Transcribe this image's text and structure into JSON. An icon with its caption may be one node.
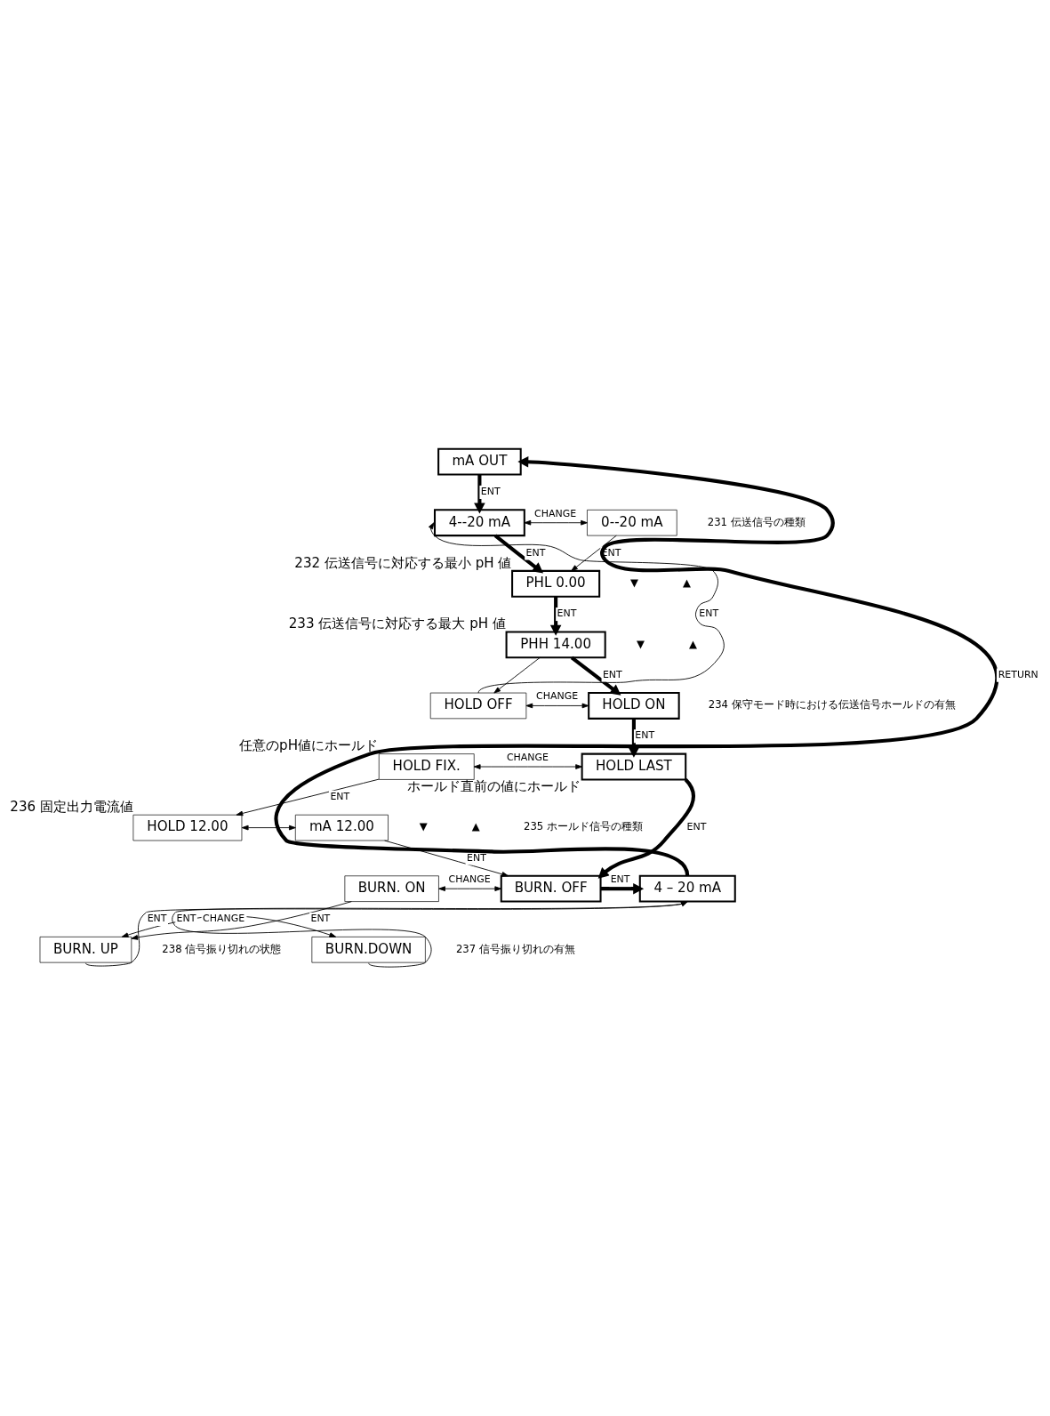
{
  "diagram": {
    "nodes": [
      {
        "text": [
          "mA OUT"
        ]
      },
      {
        "text": [
          "4--20 mA"
        ]
      },
      {
        "text": [
          "0--20 mA"
        ]
      },
      {
        "text": [
          "PHL 0.00"
        ],
        "beside": [
          "232 伝送信号に対応する最小 pH 値"
        ]
      },
      {
        "text": [
          "PHH 14.00"
        ],
        "beside": [
          "233 伝送信号に対応する最大 pH 値"
        ]
      },
      {
        "text": [
          "HOLD OFF"
        ]
      },
      {
        "text": [
          "HOLD ON"
        ]
      },
      {
        "text": [
          "HOLD FIX."
        ],
        "beside": [
          "任意のpH値にホールド"
        ]
      },
      {
        "text": [
          "HOLD LAST"
        ],
        "beside": [
          "ホールド直前の値にホールド"
        ]
      },
      {
        "text": [
          "HOLD 12.00"
        ],
        "beside": [
          "236 固定出力電流値"
        ]
      },
      {
        "text": [
          "mA 12.00"
        ]
      },
      {
        "text": [
          "BURN. ON"
        ]
      },
      {
        "text": [
          "BURN. OFF"
        ]
      },
      {
        "text": [
          "BURN. UP"
        ]
      },
      {
        "text": [
          "BURN.DOWN"
        ]
      },
      {
        "text": [
          "4 – 20 mA"
        ]
      }
    ],
    "edges": [
      {
        "from": 0,
        "to": 1,
        "arrow": "to",
        "label": "ENT",
        "style": "thick"
      },
      {
        "from": 1,
        "to": 2,
        "arrow": "both",
        "label": "CHANGE"
      },
      {
        "from": 1,
        "to": 3,
        "arrow": "to",
        "label": "ENT",
        "style": "thick"
      },
      {
        "from": 2,
        "to": 3,
        "arrow": "to",
        "label": "ENT"
      },
      {
        "from": 3,
        "to": 4,
        "arrow": "to",
        "label": "ENT",
        "style": "thick"
      },
      {
        "from": 4,
        "to": 6,
        "arrow": "to",
        "label": "ENT",
        "style": "thick"
      },
      {
        "from": 4,
        "to": 5,
        "arrow": "to"
      },
      {
        "from": 5,
        "to": 6,
        "arrow": "both",
        "label": "CHANGE"
      },
      {
        "from": 5,
        "to": 1,
        "arrow": "to",
        "label": "ENT"
      },
      {
        "from": 6,
        "to": 8,
        "arrow": "to",
        "label": "ENT",
        "style": "thick"
      },
      {
        "from": 7,
        "to": 8,
        "arrow": "both",
        "label": "CHANGE"
      },
      {
        "from": 7,
        "to": 9,
        "arrow": "to",
        "label": "ENT"
      },
      {
        "from": 9,
        "to": 10,
        "arrow": "both"
      },
      {
        "from": 10,
        "to": 12,
        "arrow": "to",
        "label": "ENT"
      },
      {
        "from": 8,
        "to": 12,
        "arrow": "to",
        "label": "ENT",
        "style": "thick"
      },
      {
        "from": 11,
        "to": 12,
        "arrow": "both",
        "label": "CHANGE"
      },
      {
        "from": 12,
        "to": 15,
        "arrow": "to",
        "label": "ENT",
        "style": "thick"
      },
      {
        "from": 11,
        "to": 13,
        "arrow": "to",
        "label": "ENT"
      },
      {
        "from": 13,
        "to": 14,
        "arrow": "both",
        "label": "CHANGE"
      },
      {
        "from": 13,
        "to": 15,
        "arrow": "to",
        "label": "ENT"
      },
      {
        "from": 14,
        "to": 15,
        "arrow": "to",
        "label": "ENT"
      },
      {
        "from": 15,
        "to": 0,
        "arrow": "to",
        "label": "RETURN",
        "style": "thick"
      }
    ],
    "labels": [
      "231 伝送信号の種類",
      "▲",
      "▼",
      "▲",
      "▼",
      "234 保守モード時における伝送信号ホールドの有無",
      "235 ホールド信号の種類",
      "▲",
      "▼",
      "237 信号振り切れの有無",
      "238 信号振り切れの状態"
    ]
  }
}
